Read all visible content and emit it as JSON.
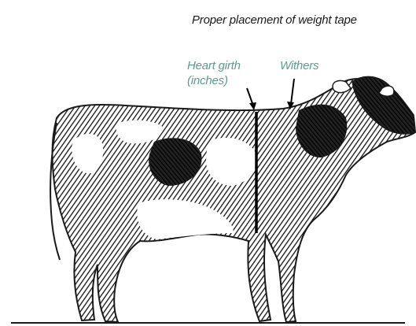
{
  "title": "Proper placement of weight tape",
  "labels": {
    "heart_girth_line1": "Heart girth",
    "heart_girth_line2": "(inches)",
    "withers": "Withers"
  },
  "colors": {
    "label_teal": "#5e9a8e",
    "ink": "#1a1a1a",
    "background": "#ffffff"
  }
}
